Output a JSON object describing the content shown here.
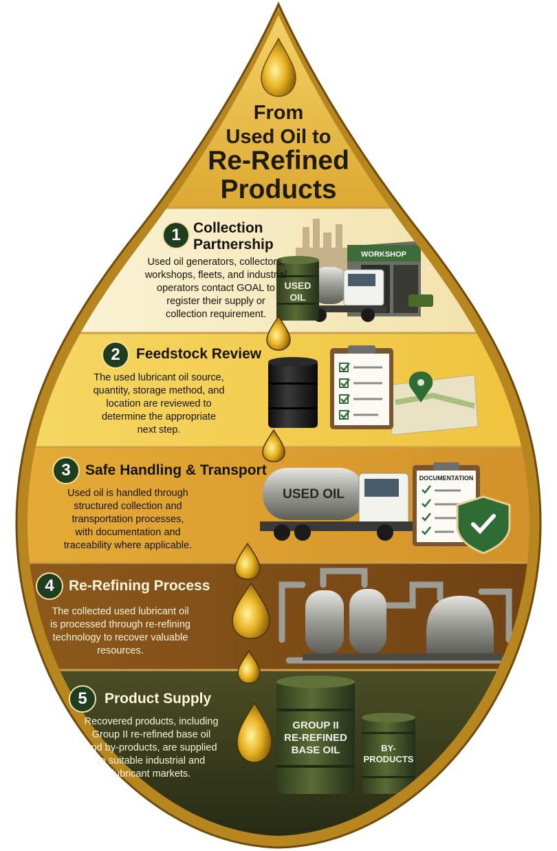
{
  "title": {
    "line1": "From",
    "line2": "Used Oil to",
    "line3": "Re-Refined",
    "line4": "Products"
  },
  "steps": [
    {
      "number": "1",
      "heading_line1": "Collection",
      "heading_line2": "Partnership",
      "desc_lines": [
        "Used oil generators, collectors,",
        "workshops, fleets, and industrial",
        "operators contact GOAL to",
        "register their supply or",
        "collection requirement."
      ]
    },
    {
      "number": "2",
      "heading_line1": "Feedstock Review",
      "desc_lines": [
        "The used lubricant oil source,",
        "quantity, storage method, and",
        "location are reviewed to",
        "determine the appropriate",
        "next step."
      ]
    },
    {
      "number": "3",
      "heading_line1": "Safe Handling & Transport",
      "desc_lines": [
        "Used oil is handled through",
        "structured collection and",
        "transportation processes,",
        "with documentation and",
        "traceability where applicable."
      ]
    },
    {
      "number": "4",
      "heading_line1": "Re-Refining Process",
      "desc_lines": [
        "The collected used lubricant oil",
        "is processed through re-refining",
        "technology to recover valuable",
        "resources."
      ]
    },
    {
      "number": "5",
      "heading_line1": "Product Supply",
      "desc_lines": [
        "Recovered products, including",
        "Group II re-refined base oil",
        "and by-products, are supplied",
        "to suitable industrial and",
        "lubricant markets."
      ]
    }
  ],
  "illustration_labels": {
    "workshop_sign": "WORKSHOP",
    "drum_used_oil_line1": "USED",
    "drum_used_oil_line2": "OIL",
    "tanker_label": "USED OIL",
    "clipboard_label": "DOCUMENTATION",
    "drum_group_line1": "GROUP II",
    "drum_group_line2": "RE-REFINED",
    "drum_group_line3": "BASE OIL",
    "drum_by_line1": "BY-",
    "drum_by_line2": "PRODUCTS"
  },
  "colors": {
    "frame_gold": "#c9962a",
    "title_band": "#e7bb3c",
    "band1": "#f8efcf",
    "band2": "#f3cf55",
    "band3": "#dfa22c",
    "band4": "#8a5418",
    "band5": "#3f4422",
    "badge_green": "#1f3d1f"
  }
}
